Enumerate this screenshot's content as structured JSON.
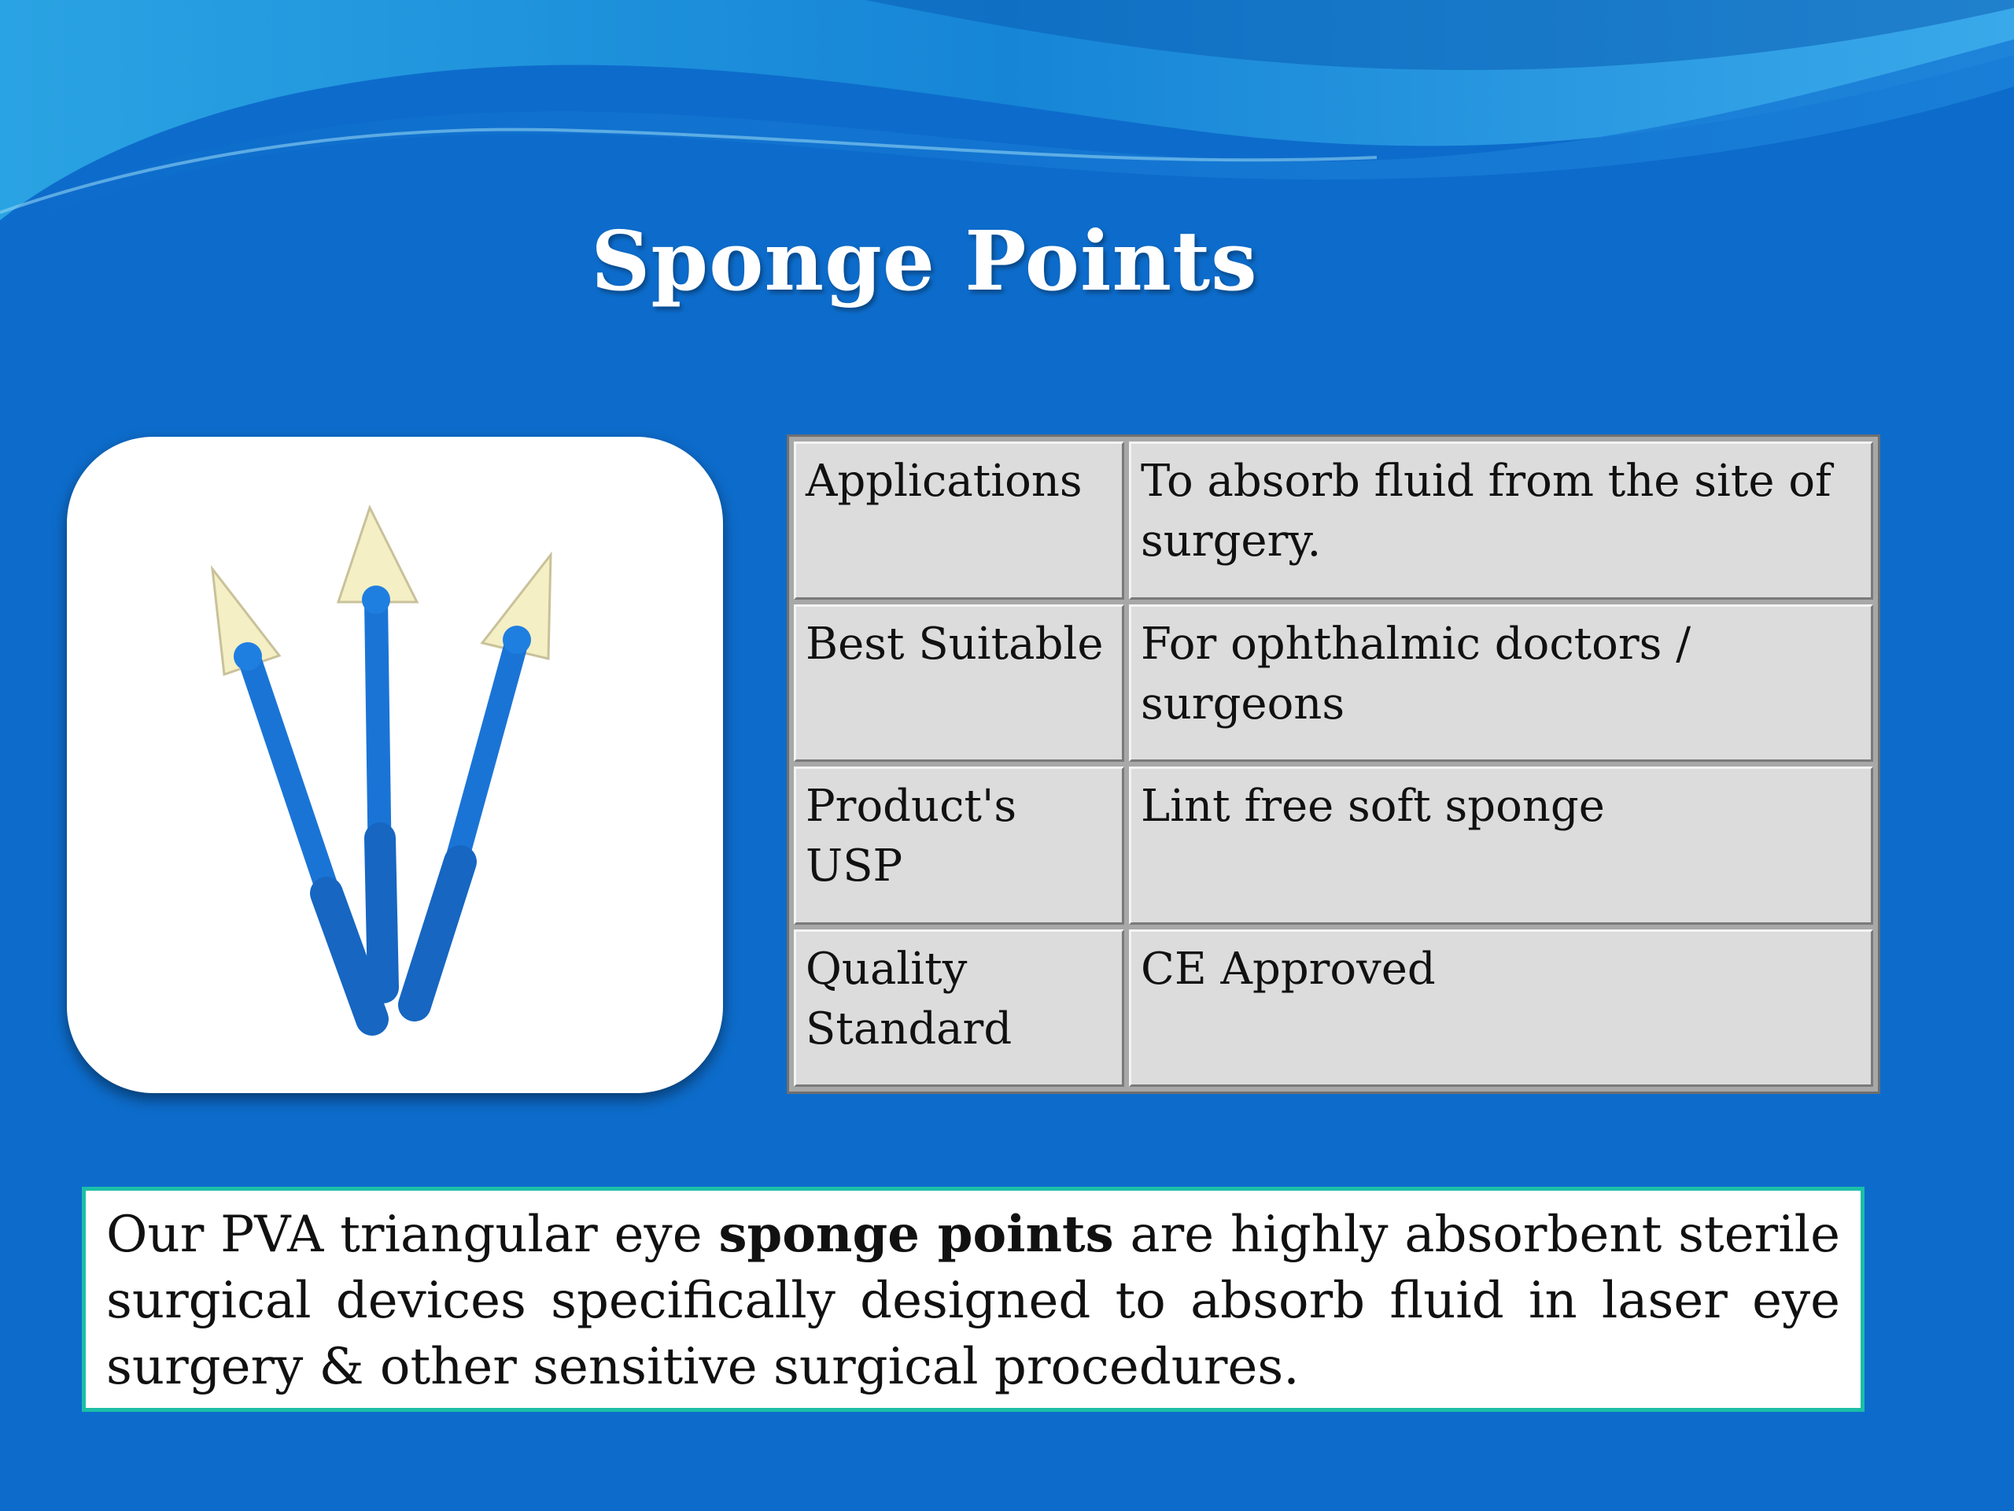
{
  "slide": {
    "title": "Sponge Points",
    "colors": {
      "background": "#0d6ccb",
      "wave_light": "#35a6e6",
      "wave_dark": "#0a5fb8",
      "table_cell": "#dcdcdc",
      "desc_border": "#1bbfa6",
      "sponge_handle": "#1a74d6",
      "sponge_tip": "#f4efc4"
    }
  },
  "product_image": {
    "icon": "triangular-sponge-points-image"
  },
  "spec_table": {
    "rows": [
      {
        "label": "Applications",
        "value": "To absorb fluid from the site of surgery."
      },
      {
        "label": "Best Suitable",
        "value": "For ophthalmic doctors / surgeons"
      },
      {
        "label": "Product's USP",
        "value": "Lint free soft sponge"
      },
      {
        "label": "Quality Standard",
        "value": "CE Approved"
      }
    ]
  },
  "description": {
    "before": "Our PVA triangular eye ",
    "bold": "sponge points",
    "after": " are highly absorbent sterile surgical devices specifically designed to absorb fluid in laser eye surgery & other sensitive surgical procedures."
  }
}
